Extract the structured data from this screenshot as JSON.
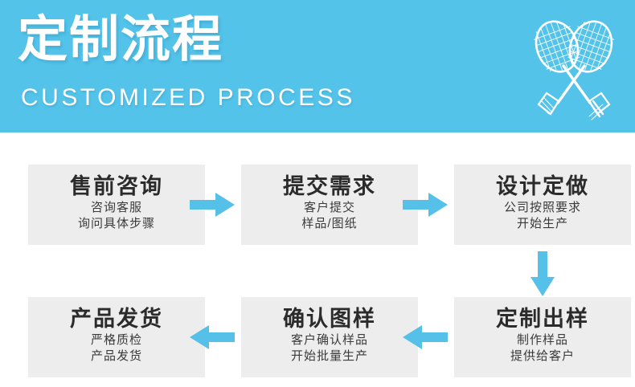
{
  "banner": {
    "title": "定制流程",
    "subtitle": "CUSTOMIZED PROCESS",
    "background_color": "#54c3ea",
    "emblem": "crossed-badminton-rackets"
  },
  "colors": {
    "banner_blue": "#54c3ea",
    "arrow_blue": "#55c0e8",
    "box_gray": "#ededed",
    "title_text": "#2b2b2b",
    "body_text": "#3a3a3a",
    "banner_text": "#ffffff"
  },
  "flow": {
    "steps": [
      {
        "index": 1,
        "title": "售前咨询",
        "lines": [
          "咨询客服",
          "询问具体步骤"
        ]
      },
      {
        "index": 2,
        "title": "提交需求",
        "lines": [
          "客户提交",
          "样品/图纸"
        ]
      },
      {
        "index": 3,
        "title": "设计定做",
        "lines": [
          "公司按照要求",
          "开始生产"
        ]
      },
      {
        "index": 4,
        "title": "定制出样",
        "lines": [
          "制作样品",
          "提供给客户"
        ]
      },
      {
        "index": 5,
        "title": "确认图样",
        "lines": [
          "客户确认样品",
          "开始批量生产"
        ]
      },
      {
        "index": 6,
        "title": "产品发货",
        "lines": [
          "严格质检",
          "产品发货"
        ]
      }
    ],
    "connectors": [
      {
        "id": "step1-to-step2",
        "direction": "right"
      },
      {
        "id": "step2-to-step3",
        "direction": "right"
      },
      {
        "id": "step3-to-step4",
        "direction": "down"
      },
      {
        "id": "step4-to-step5",
        "direction": "left"
      },
      {
        "id": "step5-to-step6",
        "direction": "left"
      }
    ]
  }
}
